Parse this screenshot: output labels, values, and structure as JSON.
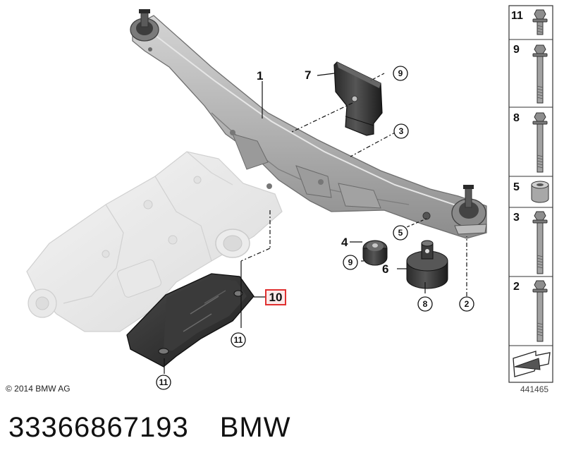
{
  "diagram": {
    "copyright": "© 2014 BMW AG",
    "diagram_id": "441465",
    "callouts": {
      "c1": "1",
      "c2": "2",
      "c3": "3",
      "c4": "4",
      "c5": "5",
      "c6": "6",
      "c7": "7",
      "c8": "8",
      "c9a": "9",
      "c9b": "9",
      "c10": "10",
      "c11a": "11",
      "c11b": "11"
    },
    "legend": [
      "11",
      "9",
      "8",
      "5",
      "3",
      "2"
    ],
    "highlight_color": "#e03030"
  },
  "footer": {
    "part_number": "33366867193",
    "brand": "BMW"
  }
}
